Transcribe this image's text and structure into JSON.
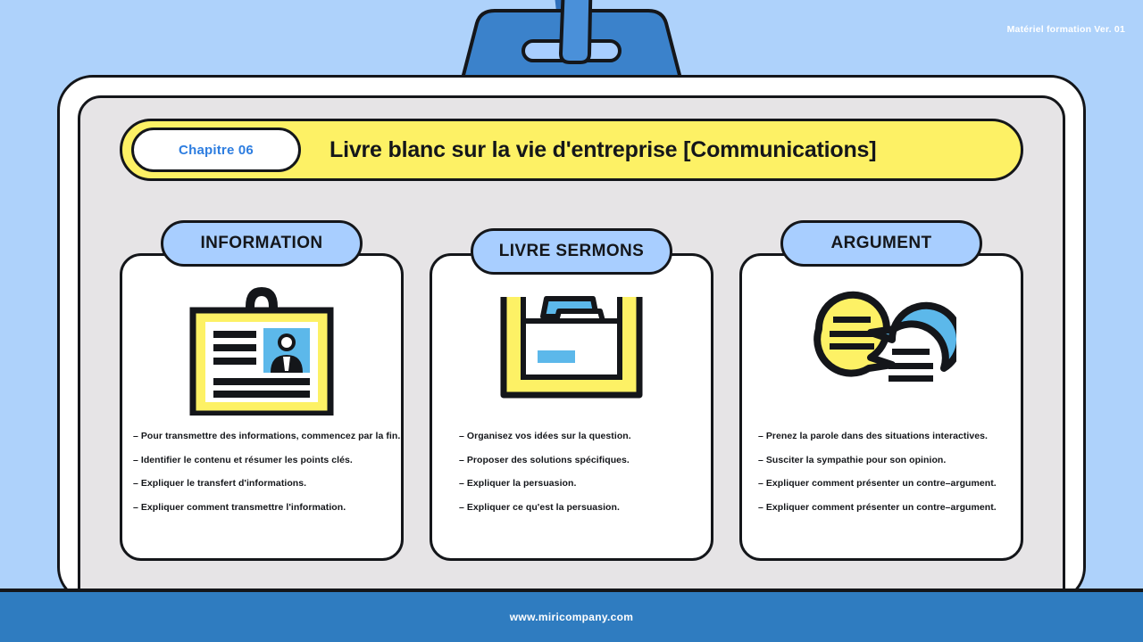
{
  "page": {
    "version_label": "Matériel formation Ver. 01",
    "background_color": "#aed2fb",
    "accent_yellow": "#fdf165",
    "accent_blue": "#a8ceff",
    "footer_blue": "#2f7cc0",
    "outline": "#14161a"
  },
  "header": {
    "chapter_label": "Chapitre 06",
    "title": "Livre blanc sur la vie d'entreprise [Communications]"
  },
  "columns": [
    {
      "heading": "INFORMATION",
      "icon": "id-badge-icon",
      "bullets": [
        "– Pour transmettre des informations, commencez par la fin.",
        "– Identifier le contenu et résumer les points clés.",
        "– Expliquer le transfert d'informations.",
        "– Expliquer comment transmettre l'information."
      ]
    },
    {
      "heading": "LIVRE SERMONS",
      "icon": "file-box-icon",
      "bullets": [
        "– Organisez vos idées sur la question.",
        "– Proposer des solutions spécifiques.",
        "– Expliquer la persuasion.",
        "– Expliquer ce qu'est la persuasion."
      ]
    },
    {
      "heading": "ARGUMENT",
      "icon": "speech-bubbles-icon",
      "bullets": [
        "– Prenez la parole dans des situations interactives.",
        "– Susciter la sympathie pour son opinion.",
        "– Expliquer comment présenter un contre–argument.",
        "– Expliquer comment présenter un contre–argument."
      ]
    }
  ],
  "footer": {
    "url": "www.miricompany.com"
  }
}
